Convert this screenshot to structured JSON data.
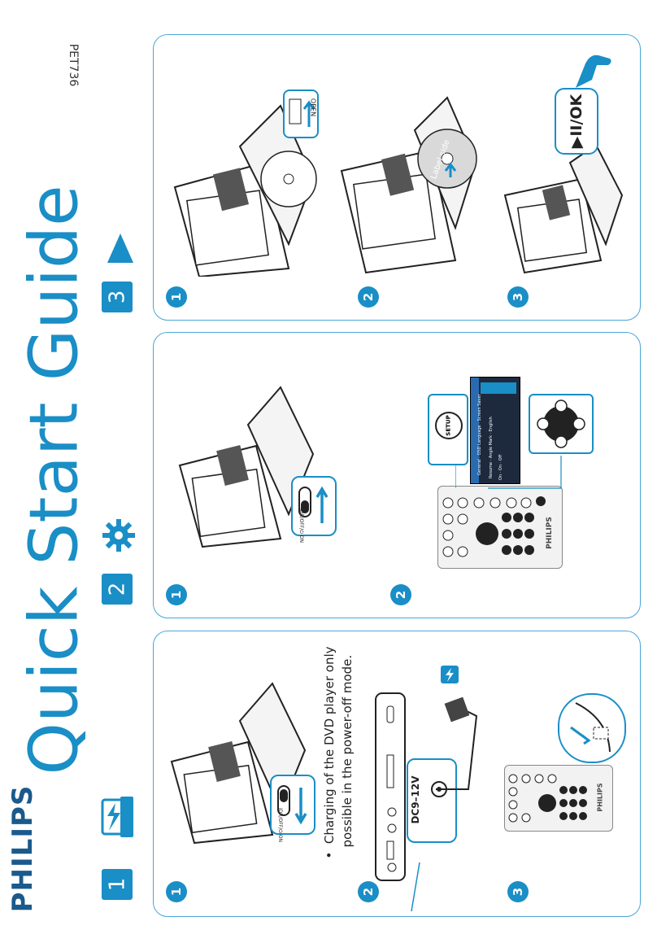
{
  "brand": "PHILIPS",
  "title": "Quick Start Guide",
  "model": "PET736",
  "steps": [
    {
      "number": "1",
      "icon": "charge-icon"
    },
    {
      "number": "2",
      "icon": "gear-icon"
    },
    {
      "number": "3",
      "icon": "play-icon"
    }
  ],
  "panel1": {
    "substeps": [
      "1",
      "2",
      "3"
    ],
    "switch_label": "IDR/OFF/⏻ ON",
    "charging_note_line1": "Charging of the DVD player only",
    "charging_note_line2": "possible in the power-off mode.",
    "bullet": "•",
    "dc_label": "DC9–12V",
    "remote_brand": "PHILIPS"
  },
  "panel2": {
    "substeps": [
      "1",
      "2"
    ],
    "switch_label": "IDR/OFF/⏻ ON",
    "setup_label": "SETUP",
    "remote_brand": "PHILIPS",
    "menu_header": "General",
    "menu_items": [
      "OSD Language",
      "Screen Saver",
      "Resume",
      "Angle Mark"
    ],
    "menu_values": [
      "English",
      "On",
      "On",
      "Off"
    ]
  },
  "panel3": {
    "substeps": [
      "1",
      "2",
      "3"
    ],
    "open_label": "OPEN",
    "disc_label": "Label side",
    "ok_label": "▶II/OK"
  },
  "colors": {
    "accent": "#1a8ec6",
    "brand": "#1a5a8c",
    "panel_border": "#4aa6d8"
  }
}
